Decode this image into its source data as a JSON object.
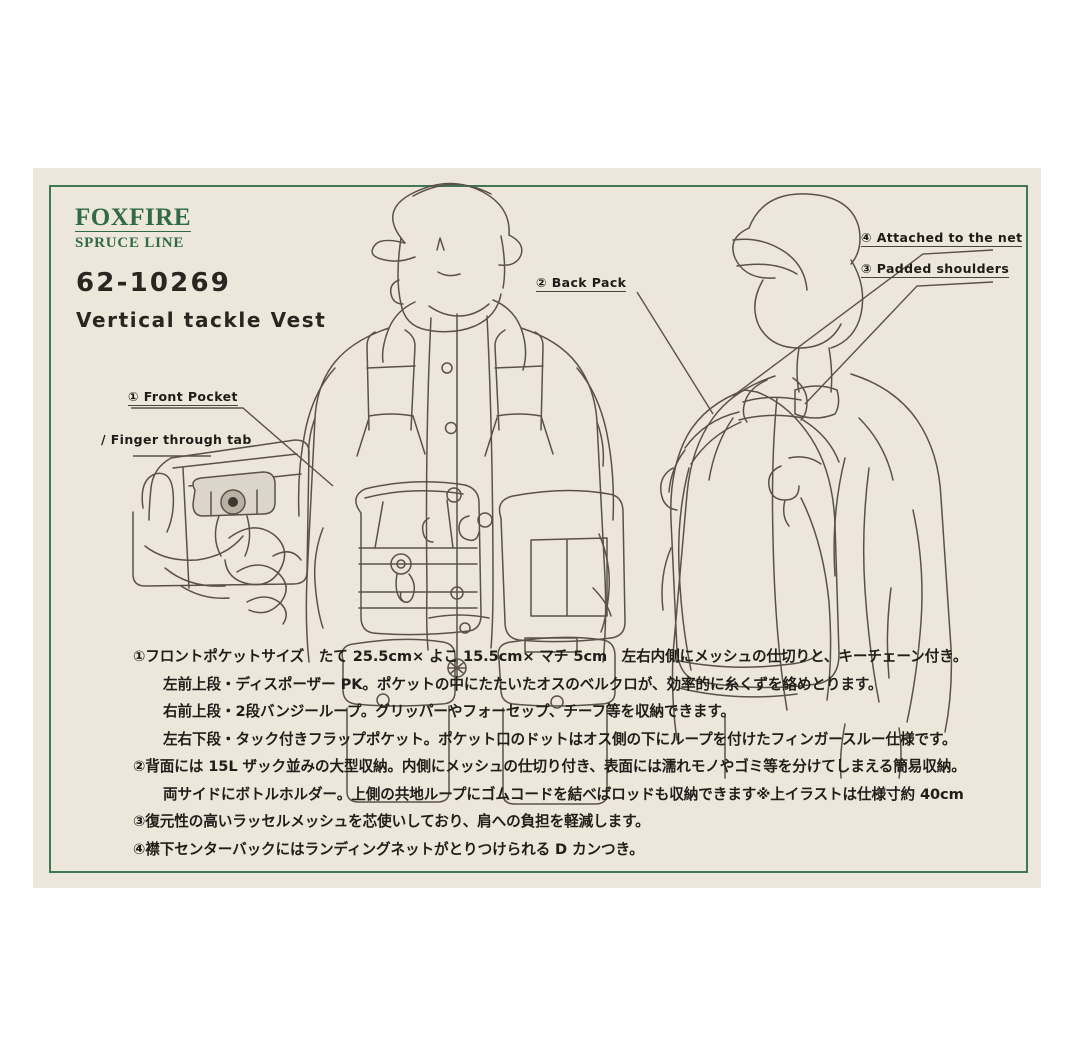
{
  "card": {
    "background_color": "#ece6db",
    "frame_color": "#3d7a53",
    "page_background": "#ffffff"
  },
  "brand": {
    "name": "FOXFIRE",
    "sub": "SPRUCE LINE",
    "color": "#2f6b45"
  },
  "product": {
    "model_code": "62-10269",
    "title": "Vertical  tackle  Vest"
  },
  "callouts": [
    {
      "id": "front-pocket",
      "label": "① Front Pocket"
    },
    {
      "id": "finger-tab",
      "label": "/ Finger  through tab"
    },
    {
      "id": "back-pack",
      "label": "② Back Pack"
    },
    {
      "id": "attached-net",
      "label": "④ Attached  to the net"
    },
    {
      "id": "padded-shoulders",
      "label": "③ Padded shoulders"
    }
  ],
  "specs": [
    {
      "indent": false,
      "text": "①フロントポケットサイズ　たて 25.5cm× よこ 15.5cm× マチ 5cm　左右内側にメッシュの仕切りと、キーチェーン付き。"
    },
    {
      "indent": true,
      "text": "左前上段・ディスポーザー PK。ポケットの中にたたいたオスのベルクロが、効率的に糸くずを絡めとります。"
    },
    {
      "indent": true,
      "text": "右前上段・2段バンジーループ。グリッパーやフォーセップ、チーフ等を収納できます。"
    },
    {
      "indent": true,
      "text": "左右下段・タック付きフラップポケット。ポケット口のドットはオス側の下にループを付けたフィンガースルー仕様です。"
    },
    {
      "indent": false,
      "text": "②背面には 15L ザック並みの大型収納。内側にメッシュの仕切り付き、表面には濡れモノやゴミ等を分けてしまえる簡易収納。"
    },
    {
      "indent": true,
      "text": "両サイドにボトルホルダー。上側の共地ループにゴムコードを結べばロッドも収納できます※上イラストは仕様寸約 40cm"
    },
    {
      "indent": false,
      "text": "③復元性の高いラッセルメッシュを芯使いしており、肩への負担を軽減します。"
    },
    {
      "indent": false,
      "text": "④襟下センターバックにはランディングネットがとりつけられる D カンつき。"
    }
  ],
  "illustrations": [
    {
      "id": "front-view",
      "description": "hand-drawn line art of angler wearing vertical tackle vest, front view"
    },
    {
      "id": "back-view",
      "description": "hand-drawn line art of angler wearing vest as back pack, rear three-quarter view"
    },
    {
      "id": "finger-tab-detail",
      "description": "hand-drawn line art of hand pulling a finger-through tab on pocket flap"
    }
  ]
}
